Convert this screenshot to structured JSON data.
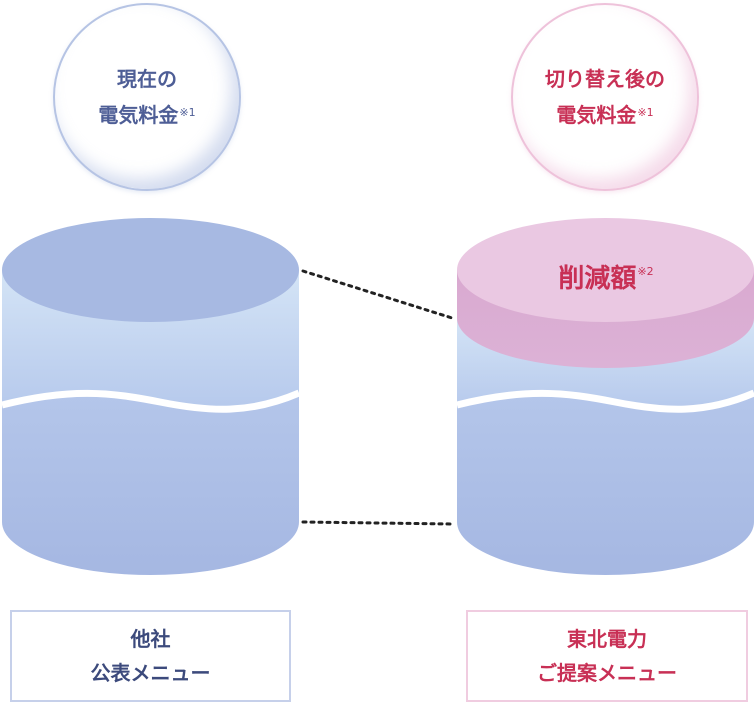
{
  "current_bubble": {
    "line1": "現在の",
    "line2": "電気料金",
    "note": "※1"
  },
  "after_bubble": {
    "line1": "切り替え後の",
    "line2": "電気料金",
    "note": "※1"
  },
  "reduction": {
    "label": "削減額",
    "note": "※2"
  },
  "left_caption": {
    "line1": "他社",
    "line2": "公表メニュー"
  },
  "right_caption": {
    "line1": "東北電力",
    "line2": "ご提案メニュー"
  },
  "colors": {
    "blue_text": "#4e5e96",
    "pink_text": "#c83055",
    "cylinder_blue": "#a7b8e0",
    "cylinder_pink": "#e9c6e0"
  }
}
